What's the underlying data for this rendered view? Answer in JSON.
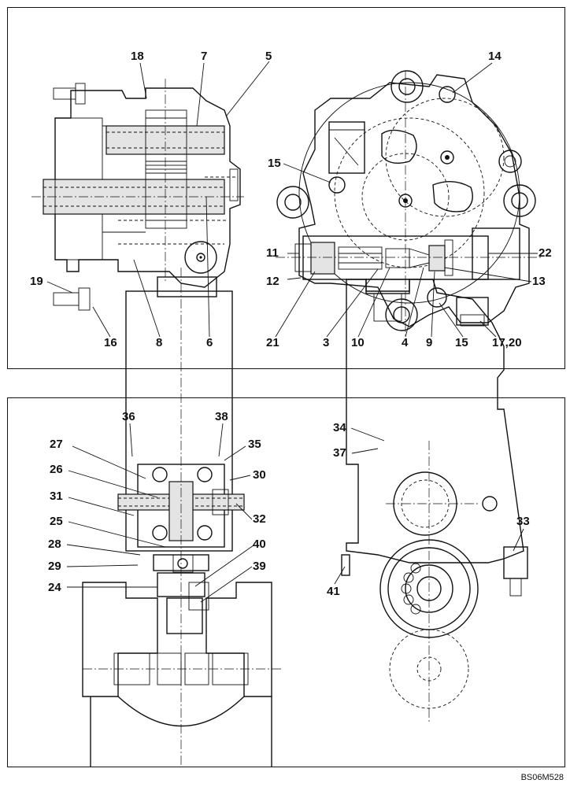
{
  "figure_code": "BS06M528",
  "top_view": {
    "callouts": [
      {
        "id": "c18",
        "text": "18"
      },
      {
        "id": "c7",
        "text": "7"
      },
      {
        "id": "c5",
        "text": "5"
      },
      {
        "id": "c14",
        "text": "14"
      },
      {
        "id": "c15a",
        "text": "15"
      },
      {
        "id": "c11",
        "text": "11"
      },
      {
        "id": "c22",
        "text": "22"
      },
      {
        "id": "c12",
        "text": "12"
      },
      {
        "id": "c13",
        "text": "13"
      },
      {
        "id": "c19",
        "text": "19"
      },
      {
        "id": "c16",
        "text": "16"
      },
      {
        "id": "c8",
        "text": "8"
      },
      {
        "id": "c6",
        "text": "6"
      },
      {
        "id": "c21",
        "text": "21"
      },
      {
        "id": "c3",
        "text": "3"
      },
      {
        "id": "c10",
        "text": "10"
      },
      {
        "id": "c4",
        "text": "4"
      },
      {
        "id": "c9",
        "text": "9"
      },
      {
        "id": "c15b",
        "text": "15"
      },
      {
        "id": "c1720",
        "text": "17,20"
      }
    ]
  },
  "bottom_view": {
    "callouts": [
      {
        "id": "c36",
        "text": "36"
      },
      {
        "id": "c38",
        "text": "38"
      },
      {
        "id": "c27",
        "text": "27"
      },
      {
        "id": "c35",
        "text": "35"
      },
      {
        "id": "c26",
        "text": "26"
      },
      {
        "id": "c30",
        "text": "30"
      },
      {
        "id": "c31",
        "text": "31"
      },
      {
        "id": "c32",
        "text": "32"
      },
      {
        "id": "c25",
        "text": "25"
      },
      {
        "id": "c28",
        "text": "28"
      },
      {
        "id": "c40",
        "text": "40"
      },
      {
        "id": "c29",
        "text": "29"
      },
      {
        "id": "c39",
        "text": "39"
      },
      {
        "id": "c24",
        "text": "24"
      },
      {
        "id": "c34",
        "text": "34"
      },
      {
        "id": "c37",
        "text": "37"
      },
      {
        "id": "c33",
        "text": "33"
      },
      {
        "id": "c41",
        "text": "41"
      }
    ]
  }
}
